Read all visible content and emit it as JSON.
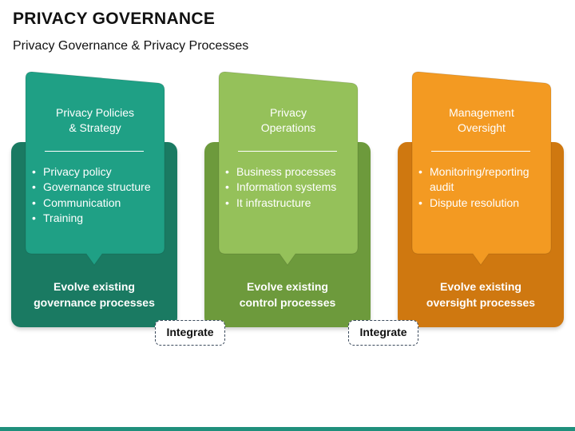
{
  "header": {
    "title": "PRIVACY GOVERNANCE",
    "subtitle": "Privacy Governance & Privacy Processes"
  },
  "columns": [
    {
      "title_lines": [
        "Privacy Policies",
        "& Strategy"
      ],
      "bullets": [
        "Privacy policy",
        "Governance structure",
        "Communication",
        "Training"
      ],
      "footer_lines": [
        "Evolve existing",
        "governance processes"
      ],
      "colors": {
        "back": "#1a7a62",
        "front": "#1fa085"
      }
    },
    {
      "title_lines": [
        "Privacy",
        "Operations"
      ],
      "bullets": [
        "Business processes",
        "Information systems",
        "It infrastructure"
      ],
      "footer_lines": [
        "Evolve existing",
        "control processes"
      ],
      "colors": {
        "back": "#6d9a3c",
        "front": "#95c15a"
      }
    },
    {
      "title_lines": [
        "Management",
        "Oversight"
      ],
      "bullets": [
        "Monitoring/reporting audit",
        "Dispute resolution"
      ],
      "footer_lines": [
        "Evolve existing",
        "oversight processes"
      ],
      "colors": {
        "back": "#cf7810",
        "front": "#f39a22"
      }
    }
  ],
  "connectors": [
    {
      "label": "Integrate"
    },
    {
      "label": "Integrate"
    }
  ],
  "accent_color": "#1f8f7c"
}
